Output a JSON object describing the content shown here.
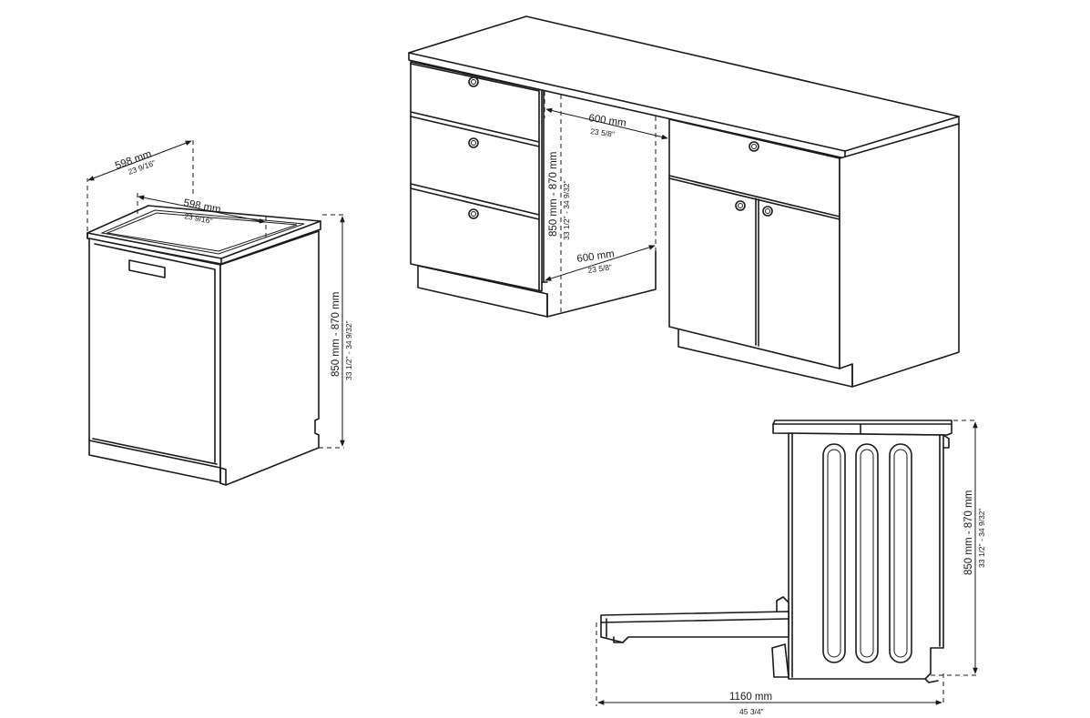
{
  "dimensions": {
    "dw_width_top": {
      "mm": "598 mm",
      "inch": "23 9/16\""
    },
    "dw_depth_top": {
      "mm": "598 mm",
      "inch": "23 9/16\""
    },
    "dw_height": {
      "mm": "850 mm - 870 mm",
      "inch": "33 1/2\" - 34 9/32\""
    },
    "niche_width_top": {
      "mm": "600 mm",
      "inch": "23 5/8\""
    },
    "niche_height": {
      "mm": "850 mm - 870 mm",
      "inch": "33 1/2\" - 34 9/32\""
    },
    "niche_width_bottom": {
      "mm": "600 mm",
      "inch": "23 5/8\""
    },
    "side_height": {
      "mm": "850 mm - 870 mm",
      "inch": "33 1/2\" - 34 9/32\""
    },
    "side_depth_open": {
      "mm": "1160 mm",
      "inch": "45 3/4\""
    }
  }
}
